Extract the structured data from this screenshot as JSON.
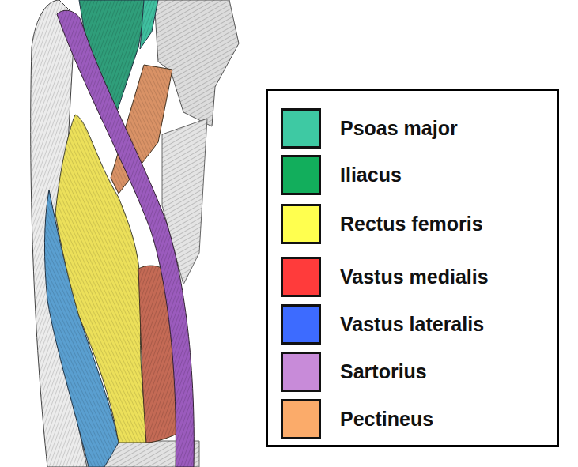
{
  "diagram": {
    "legend": [
      {
        "text": "Psoas major",
        "color": "#3ec9a3"
      },
      {
        "text": "Iliacus",
        "color": "#12ae5c"
      },
      {
        "text": "Rectus femoris",
        "color": "#ffff4f"
      },
      {
        "text": "Vastus medialis",
        "color": "#ff3b3b"
      },
      {
        "text": "Vastus lateralis",
        "color": "#3d6bff"
      },
      {
        "text": "Sartorius",
        "color": "#c88bd9"
      },
      {
        "text": "Pectineus",
        "color": "#fbab6a"
      }
    ]
  }
}
